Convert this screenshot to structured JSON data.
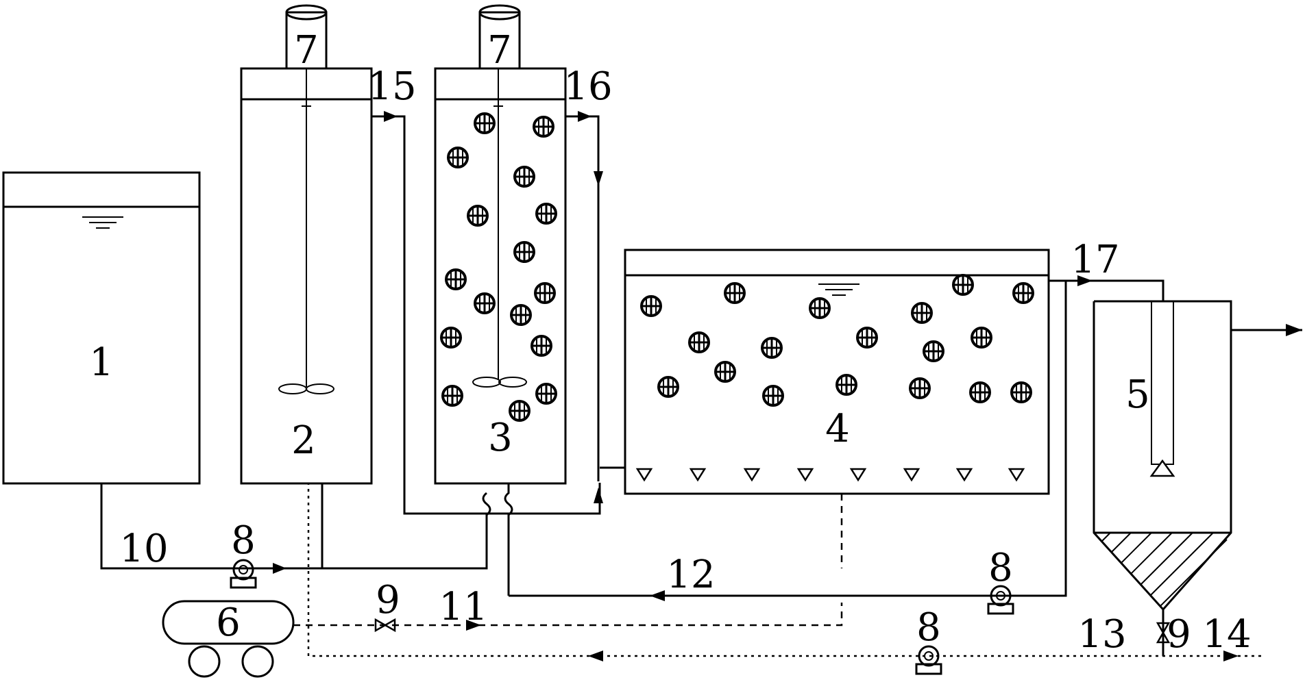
{
  "labels": {
    "tank1": "1",
    "tank2": "2",
    "tank3": "3",
    "tank4": "4",
    "tank5": "5",
    "compressor": "6",
    "motor_left": "7",
    "motor_right": "7",
    "pump_feed": "8",
    "pump_return": "8",
    "pump_sludge": "8",
    "valve_air": "9",
    "valve_sludge": "9",
    "line10": "10",
    "line11": "11",
    "line12": "12",
    "line13": "13",
    "line14": "14",
    "line15": "15",
    "line16": "16",
    "line17": "17"
  }
}
